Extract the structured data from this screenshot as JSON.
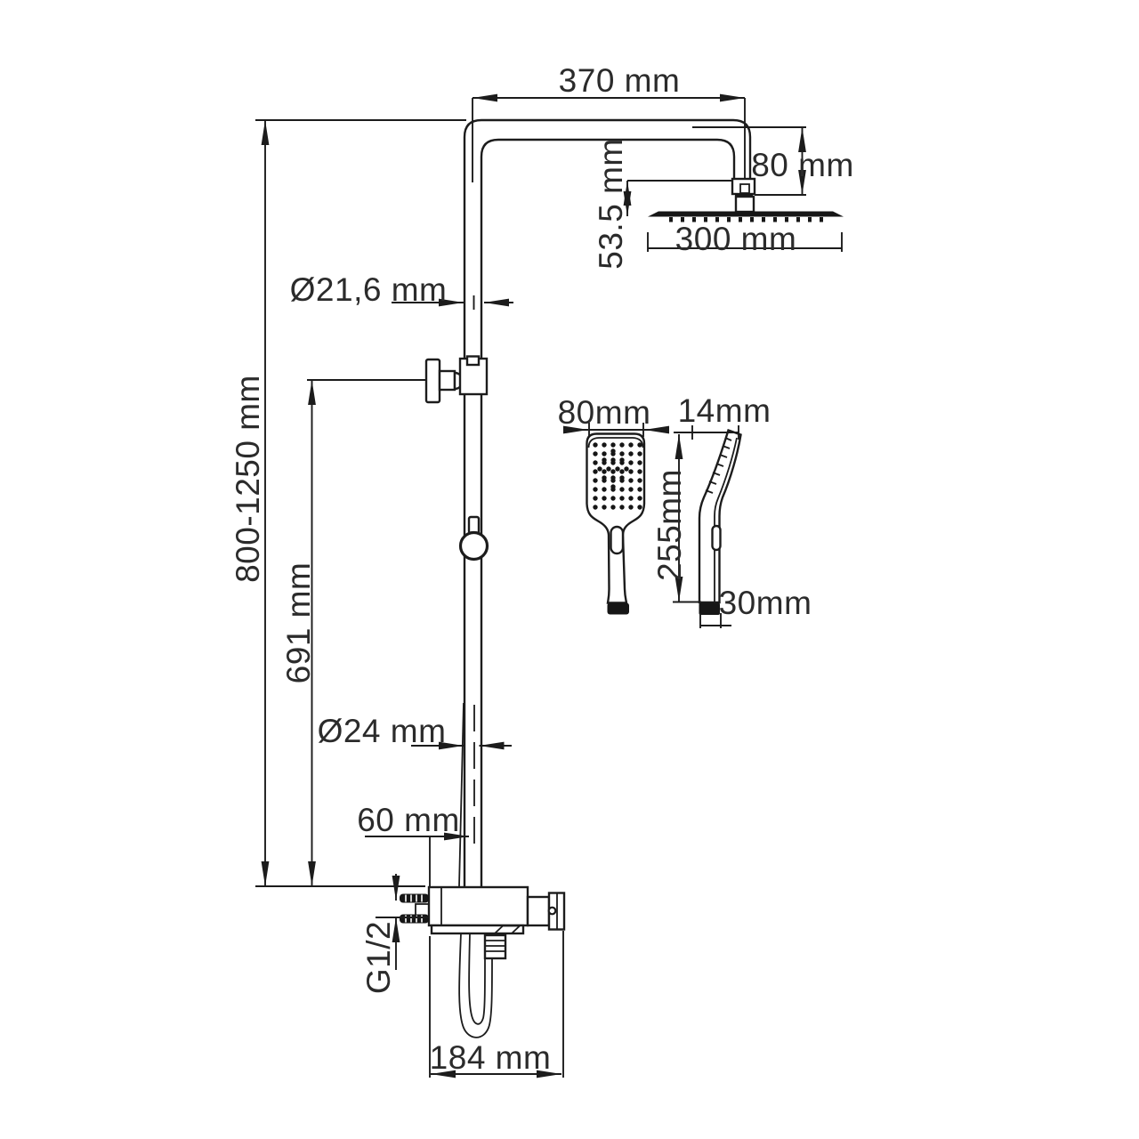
{
  "page": {
    "background": "#ffffff",
    "line_color": "#1c1c1c",
    "text_color": "#2b2b2b"
  },
  "drawing": {
    "kind": "shower-system-dimensional-drawing",
    "units": "mm",
    "labels": {
      "arm_width": "370 mm",
      "arm_drop": "80 mm",
      "head_height": "53.5 mm",
      "head_width": "300 mm",
      "upper_pipe_diameter": "Ø21,6 mm",
      "column_height": "800-1250 mm",
      "bracket_height": "691 mm",
      "handshower_width": "80mm",
      "handshower_depth": "14mm",
      "handshower_length": "255mm",
      "handshower_tip": "30mm",
      "lower_pipe_diameter": "Ø24 mm",
      "mixer_offset": "60 mm",
      "connection_thread": "G1/2",
      "mixer_width": "184 mm"
    }
  }
}
